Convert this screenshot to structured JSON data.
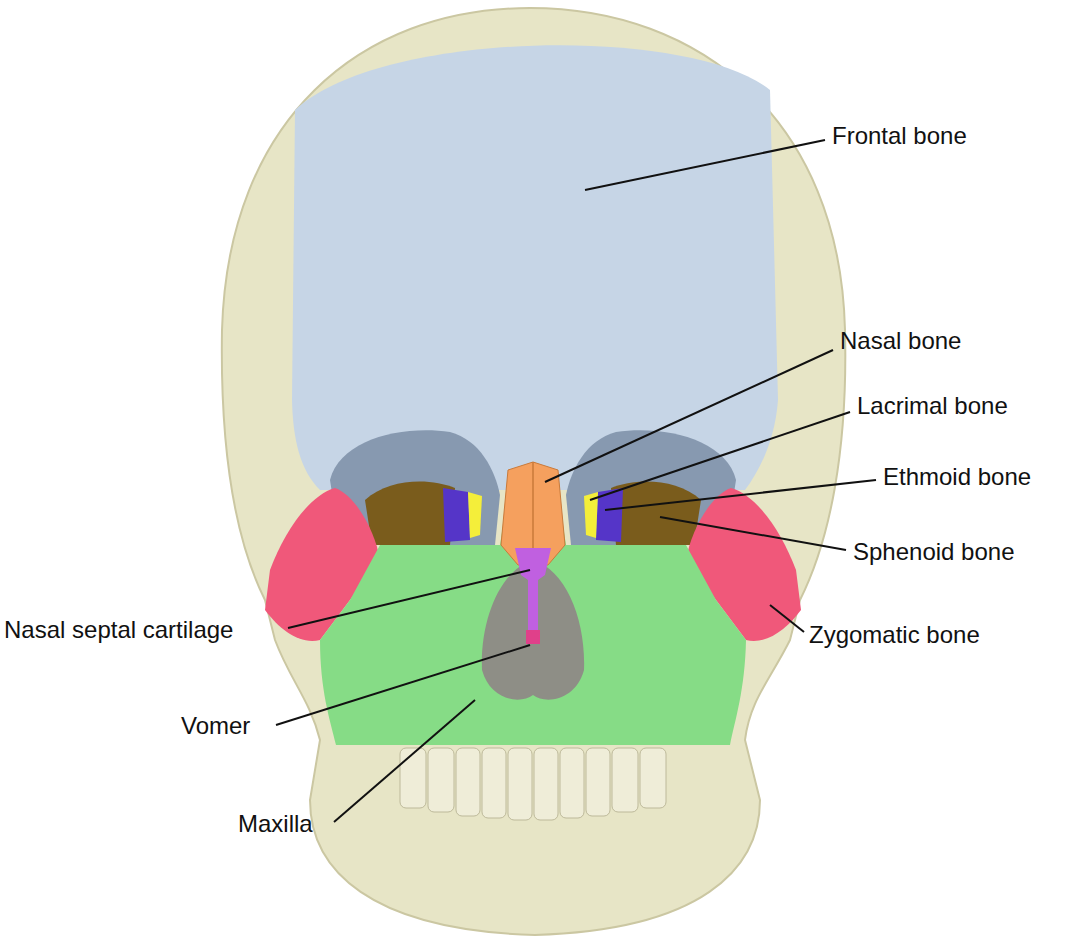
{
  "diagram": {
    "labels": [
      "Frontal bone",
      "Nasal bone",
      "Lacrimal bone",
      "Ethmoid bone",
      "Sphenoid bone",
      "Zygomatic bone",
      "Nasal septal cartilage",
      "Vomer",
      "Maxilla"
    ]
  }
}
